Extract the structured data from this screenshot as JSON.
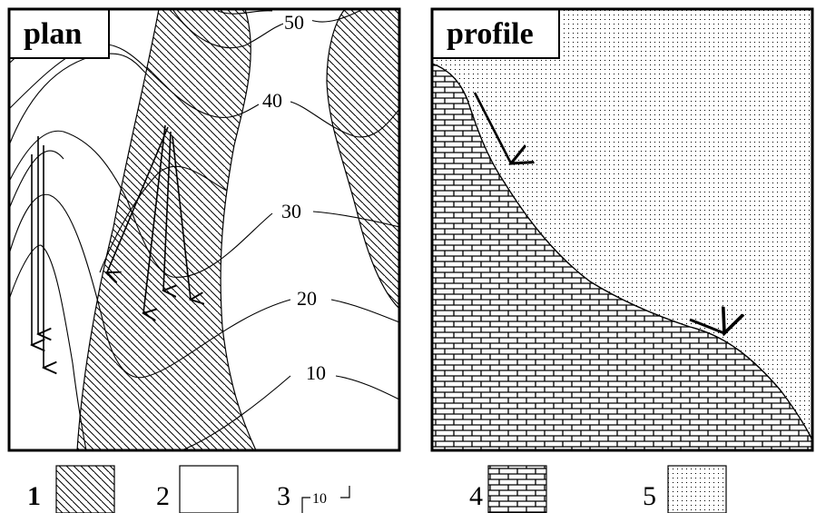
{
  "panels": {
    "plan": {
      "title": "plan"
    },
    "profile": {
      "title": "profile"
    }
  },
  "contours": [
    {
      "label": "50"
    },
    {
      "label": "40"
    },
    {
      "label": "30"
    },
    {
      "label": "20"
    },
    {
      "label": "10"
    }
  ],
  "legend": {
    "items": [
      {
        "number": "1",
        "pattern": "diagonal-hatch"
      },
      {
        "number": "2",
        "pattern": "blank"
      },
      {
        "number": "3",
        "pattern": "contour-line",
        "sample_text": "10"
      },
      {
        "number": "4",
        "pattern": "brick"
      },
      {
        "number": "5",
        "pattern": "dotted"
      }
    ]
  },
  "colors": {
    "ink": "#000000",
    "paper": "#ffffff"
  }
}
